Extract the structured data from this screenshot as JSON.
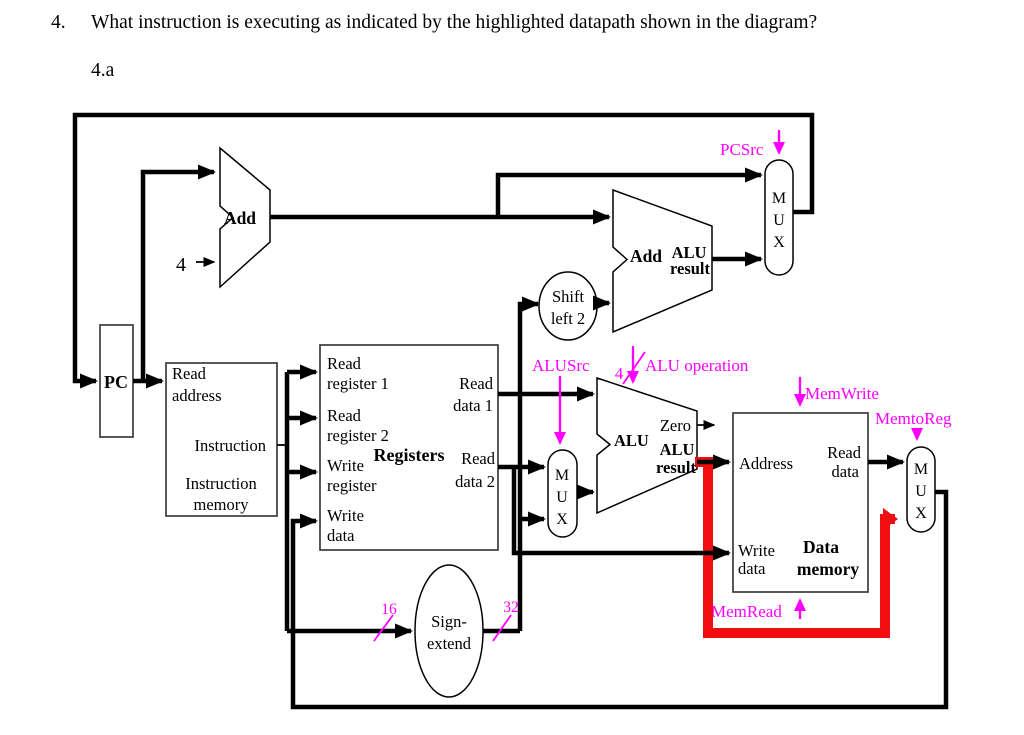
{
  "question": {
    "number": "4.",
    "text": "What instruction is executing as indicated by the highlighted datapath shown in the diagram?",
    "subpart": "4.a"
  },
  "mux_letters": [
    "M",
    "U",
    "X"
  ],
  "pc": {
    "label": "PC"
  },
  "pc_adder": {
    "label": "Add",
    "increment": "4"
  },
  "branch_adder": {
    "label": "Add",
    "result_line1": "ALU",
    "result_line2": "result"
  },
  "shift_left2": {
    "line1": "Shift",
    "line2": "left 2"
  },
  "sign_extend": {
    "line1": "Sign-",
    "line2": "extend",
    "input_bits": "16",
    "output_bits": "32"
  },
  "instruction_memory": {
    "read_address_line1": "Read",
    "read_address_line2": "address",
    "instruction_out": "Instruction",
    "name_line1": "Instruction",
    "name_line2": "memory"
  },
  "registers": {
    "name": "Registers",
    "read_reg1_line1": "Read",
    "read_reg1_line2": "register 1",
    "read_reg2_line1": "Read",
    "read_reg2_line2": "register 2",
    "write_reg_line1": "Write",
    "write_reg_line2": "register",
    "write_data_line1": "Write",
    "write_data_line2": "data",
    "read_data1_line1": "Read",
    "read_data1_line2": "data 1",
    "read_data2_line1": "Read",
    "read_data2_line2": "data 2"
  },
  "alu": {
    "name": "ALU",
    "zero": "Zero",
    "result_line1": "ALU",
    "result_line2": "result"
  },
  "data_memory": {
    "name_line1": "Data",
    "name_line2": "memory",
    "address": "Address",
    "read_data_line1": "Read",
    "read_data_line2": "data",
    "write_data_line1": "Write",
    "write_data_line2": "data"
  },
  "control": {
    "pcsrc": "PCSrc",
    "alusrc": "ALUSrc",
    "alu_op_bits": "4",
    "alu_operation": "ALU operation",
    "memwrite": "MemWrite",
    "memtoreg": "MemtoReg",
    "memread": "MemRead"
  },
  "colors": {
    "control_signal": "#ff00ff",
    "highlight_path": "#f10e10",
    "wire": "#000000"
  }
}
